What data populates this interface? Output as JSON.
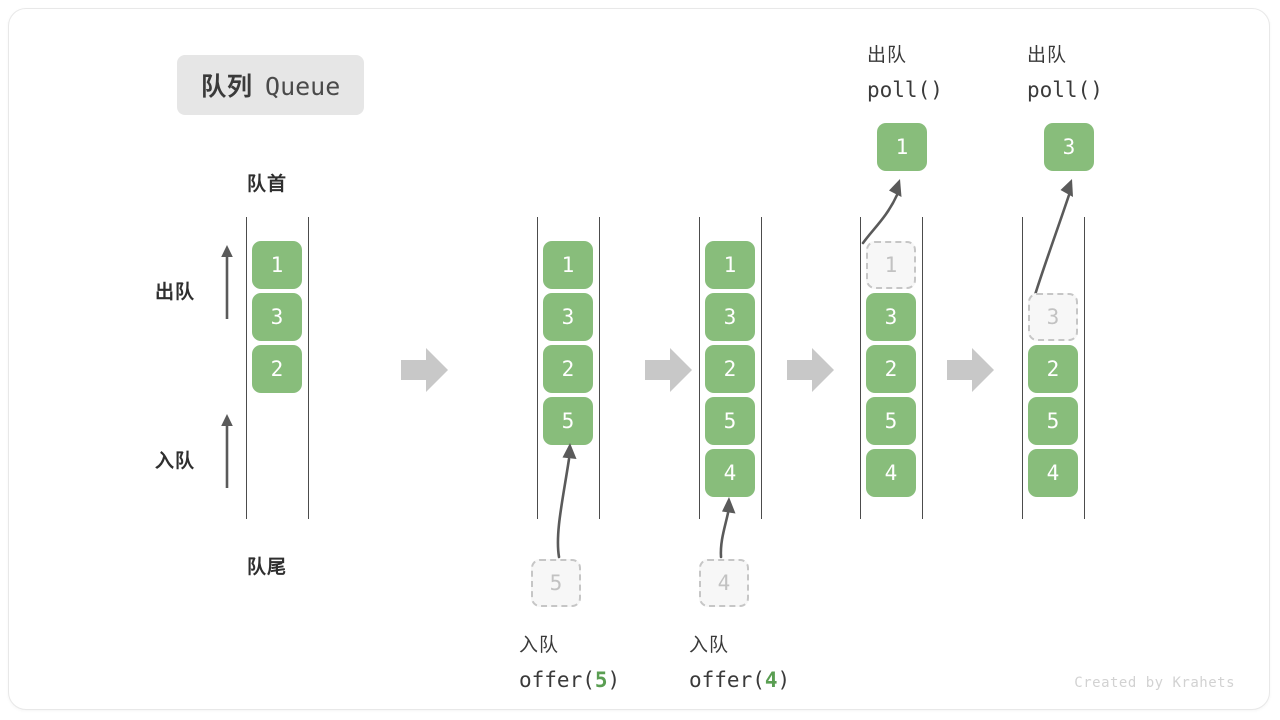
{
  "title": {
    "cn": "队列",
    "en": "Queue"
  },
  "labels": {
    "head": "队首",
    "tail": "队尾",
    "dequeue": "出队",
    "enqueue": "入队"
  },
  "colors": {
    "element_fill": "#88bd7b",
    "element_text": "#ffffff",
    "ghost_fill": "#f7f7f7",
    "ghost_border": "#c6c6c6",
    "ghost_text": "#c2c2c2",
    "rail": "#4c4c4c",
    "step_arrow": "#c8c8c8",
    "badge_bg": "#e6e6e6",
    "accent_green": "#5a9e52"
  },
  "operations": {
    "offer5": {
      "cn": "入队",
      "fn": "offer(",
      "arg": "5",
      "close": ")"
    },
    "offer4": {
      "cn": "入队",
      "fn": "offer(",
      "arg": "4",
      "close": ")"
    },
    "poll1": {
      "cn": "出队",
      "code": "poll()"
    },
    "poll2": {
      "cn": "出队",
      "code": "poll()"
    }
  },
  "stages": [
    {
      "name": "initial",
      "cells": [
        {
          "value": "1",
          "state": "solid"
        },
        {
          "value": "3",
          "state": "solid"
        },
        {
          "value": "2",
          "state": "solid"
        }
      ],
      "incoming": null,
      "popped": null
    },
    {
      "name": "after-offer-5",
      "cells": [
        {
          "value": "1",
          "state": "solid"
        },
        {
          "value": "3",
          "state": "solid"
        },
        {
          "value": "2",
          "state": "solid"
        },
        {
          "value": "5",
          "state": "solid"
        }
      ],
      "incoming": {
        "value": "5",
        "state": "ghost"
      },
      "popped": null
    },
    {
      "name": "after-offer-4",
      "cells": [
        {
          "value": "1",
          "state": "solid"
        },
        {
          "value": "3",
          "state": "solid"
        },
        {
          "value": "2",
          "state": "solid"
        },
        {
          "value": "5",
          "state": "solid"
        },
        {
          "value": "4",
          "state": "solid"
        }
      ],
      "incoming": {
        "value": "4",
        "state": "ghost"
      },
      "popped": null
    },
    {
      "name": "after-poll-1",
      "cells": [
        {
          "value": "1",
          "state": "ghost"
        },
        {
          "value": "3",
          "state": "solid"
        },
        {
          "value": "2",
          "state": "solid"
        },
        {
          "value": "5",
          "state": "solid"
        },
        {
          "value": "4",
          "state": "solid"
        }
      ],
      "incoming": null,
      "popped": {
        "value": "1"
      }
    },
    {
      "name": "after-poll-3",
      "cells": [
        {
          "value": "3",
          "state": "ghost"
        },
        {
          "value": "2",
          "state": "solid"
        },
        {
          "value": "5",
          "state": "solid"
        },
        {
          "value": "4",
          "state": "solid"
        }
      ],
      "incoming": null,
      "popped": {
        "value": "3"
      }
    }
  ],
  "credit": "Created by Krahets"
}
